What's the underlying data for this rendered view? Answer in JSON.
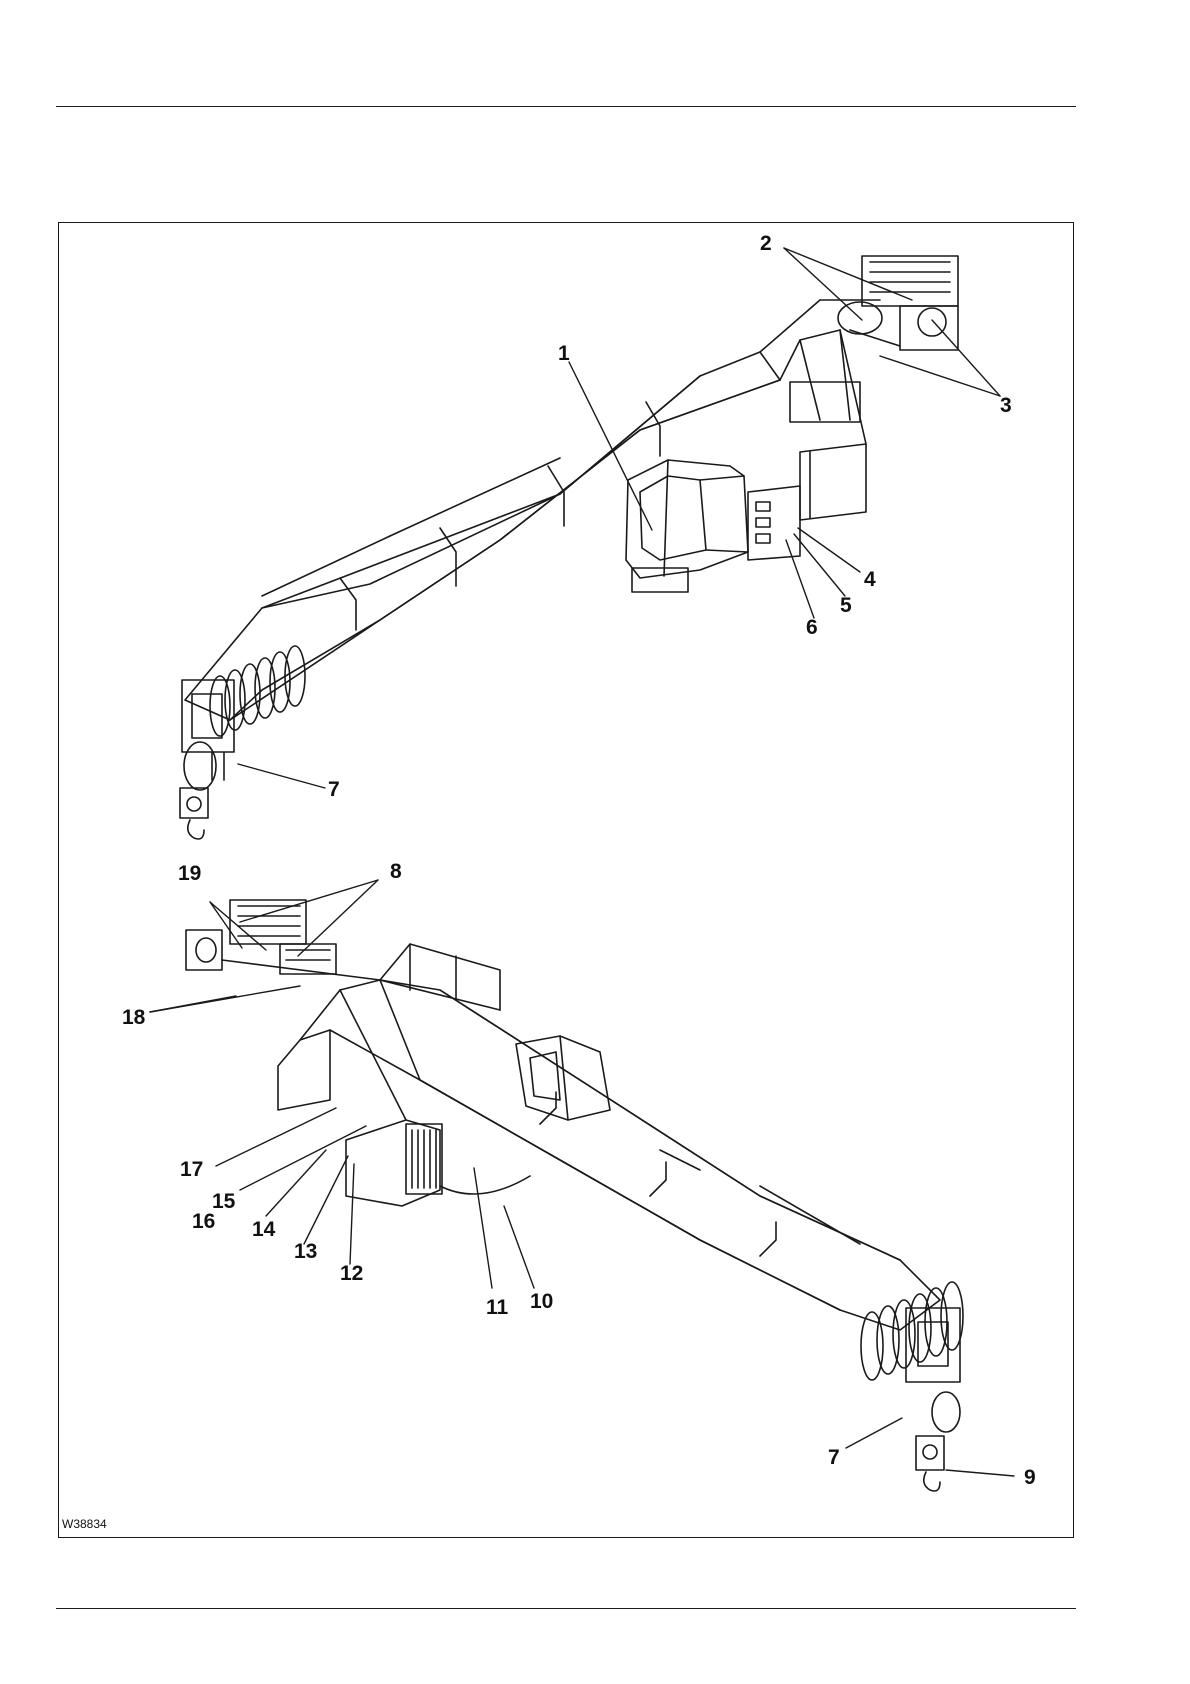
{
  "figure": {
    "id_code": "W38834"
  },
  "callouts": {
    "c1": "1",
    "c2": "2",
    "c3": "3",
    "c4": "4",
    "c5": "5",
    "c6": "6",
    "c7a": "7",
    "c7b": "7",
    "c8": "8",
    "c9": "9",
    "c10": "10",
    "c11": "11",
    "c12": "12",
    "c13": "13",
    "c14": "14",
    "c15": "15",
    "c16": "16",
    "c17": "17",
    "c18": "18",
    "c19": "19"
  }
}
